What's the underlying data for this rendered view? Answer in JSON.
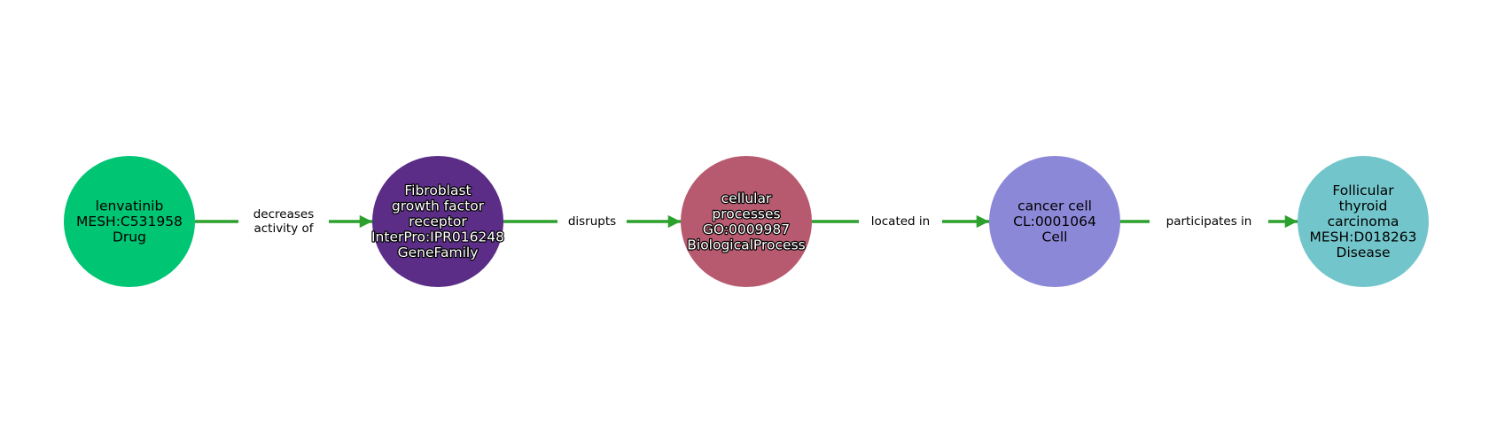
{
  "graph": {
    "edge_color": "#2ca02c",
    "nodes": [
      {
        "id": "lenvatinib",
        "lines": [
          "lenvatinib",
          "MESH:C531958",
          "Drug"
        ],
        "color": "#00c573",
        "text_style": "dark"
      },
      {
        "id": "fgfr",
        "lines": [
          "Fibroblast",
          "growth factor",
          "receptor",
          "InterPro:IPR016248",
          "GeneFamily"
        ],
        "color": "#5b2d87",
        "text_style": "light"
      },
      {
        "id": "cellular-processes",
        "lines": [
          "cellular",
          "processes",
          "GO:0009987",
          "BiologicalProcess"
        ],
        "color": "#b85a6f",
        "text_style": "light"
      },
      {
        "id": "cancer-cell",
        "lines": [
          "cancer cell",
          "CL:0001064",
          "Cell"
        ],
        "color": "#8c88d8",
        "text_style": "dark"
      },
      {
        "id": "follicular-thyroid-carcinoma",
        "lines": [
          "Follicular",
          "thyroid",
          "carcinoma",
          "MESH:D018263",
          "Disease"
        ],
        "color": "#72c6cb",
        "text_style": "dark"
      }
    ],
    "edges": [
      {
        "from": 0,
        "to": 1,
        "lines": [
          "decreases",
          "activity of"
        ]
      },
      {
        "from": 1,
        "to": 2,
        "lines": [
          "disrupts"
        ]
      },
      {
        "from": 2,
        "to": 3,
        "lines": [
          "located in"
        ]
      },
      {
        "from": 3,
        "to": 4,
        "lines": [
          "participates in"
        ]
      }
    ]
  }
}
